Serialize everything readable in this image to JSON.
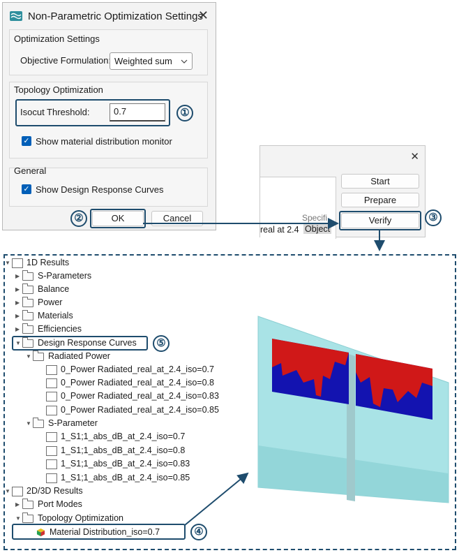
{
  "dialog": {
    "title": "Non-Parametric Optimization Settings",
    "close": "✕",
    "optimization_group": "Optimization Settings",
    "objective_label": "Objective Formulation:",
    "objective_value": "Weighted sum",
    "topology_group": "Topology Optimization",
    "isocut_label": "Isocut Threshold:",
    "isocut_value": "0.7",
    "show_monitor": "Show material distribution monitor",
    "general_group": "General",
    "show_curves": "Show Design Response Curves",
    "ok": "OK",
    "cancel": "Cancel"
  },
  "dialog2": {
    "close": "✕",
    "start": "Start",
    "prepare": "Prepare",
    "verify": "Verify",
    "col_header": "Specifi",
    "cell_text": "real at 2.4",
    "cell_obj": "Object"
  },
  "callouts": [
    "①",
    "②",
    "③",
    "④",
    "⑤"
  ],
  "tree": {
    "results_1d": "1D Results",
    "s_parameters": "S-Parameters",
    "balance": "Balance",
    "power": "Power",
    "materials": "Materials",
    "efficiencies": "Efficiencies",
    "design_response_curves": "Design Response Curves",
    "radiated_power": "Radiated Power",
    "rp_items": [
      "0_Power Radiated_real_at_2.4_iso=0.7",
      "0_Power Radiated_real_at_2.4_iso=0.8",
      "0_Power Radiated_real_at_2.4_iso=0.83",
      "0_Power Radiated_real_at_2.4_iso=0.85"
    ],
    "s_parameter": "S-Parameter",
    "sp_items": [
      "1_S1;1_abs_dB_at_2.4_iso=0.7",
      "1_S1;1_abs_dB_at_2.4_iso=0.8",
      "1_S1;1_abs_dB_at_2.4_iso=0.83",
      "1_S1;1_abs_dB_at_2.4_iso=0.85"
    ],
    "results_2d3d": "2D/3D Results",
    "port_modes": "Port Modes",
    "topology_optimization": "Topology Optimization",
    "material_distribution": "Material Distribution_iso=0.7"
  },
  "colors": {
    "accent": "#1e4c6d",
    "checkbox": "#005fb8",
    "model_glass": "#a9e3e6",
    "material": "#1313b0",
    "void": "#d01818"
  }
}
